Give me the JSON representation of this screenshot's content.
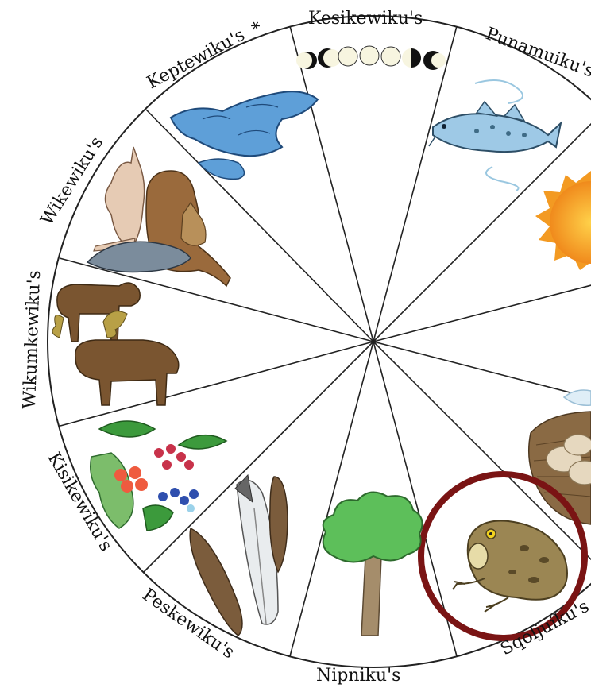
{
  "calendar": {
    "months": [
      {
        "label": "Kesikewiku's",
        "emblem": "moon-phases"
      },
      {
        "label": "Punamuiku's",
        "emblem": "tomcod-fish"
      },
      {
        "label": "",
        "emblem": "sun"
      },
      {
        "label": "",
        "emblem": "blank"
      },
      {
        "label": "",
        "emblem": "bird-nest-eggs"
      },
      {
        "label": "Sqoljuiku's",
        "emblem": "toad"
      },
      {
        "label": "Nipniku's",
        "emblem": "tree"
      },
      {
        "label": "Peskewiku's",
        "emblem": "feathers"
      },
      {
        "label": "Kisikewiku's",
        "emblem": "berries-leaves"
      },
      {
        "label": "Wikumkewiku's",
        "emblem": "moose"
      },
      {
        "label": "Wikewiku's",
        "emblem": "animals-hare-beaver-cat-rat"
      },
      {
        "label": "Keptewiku's",
        "emblem": "ice-water"
      }
    ],
    "asterisk": "*",
    "highlighted_month": "Sqoljuiku's",
    "colors": {
      "ring_stroke": "#222222",
      "highlight_ring": "#7a1414"
    }
  }
}
